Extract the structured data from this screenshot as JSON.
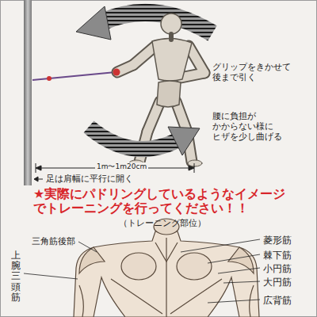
{
  "diagram": {
    "labels": [
      "グリップをきかせて 後まで引く",
      "腰に負担が かからない様に ヒザを少し曲げる",
      "1m〜1m20cm",
      "足は肩幅に平行に開く",
      "★実際にパドリングしているようなイメージでトレーニングを行ってください！！",
      "（トレーニング部位）",
      "三角筋後部",
      "菱形筋",
      "棘下筋",
      "小円筋",
      "大円筋",
      "広背筋",
      "上腕三頭筋"
    ]
  }
}
